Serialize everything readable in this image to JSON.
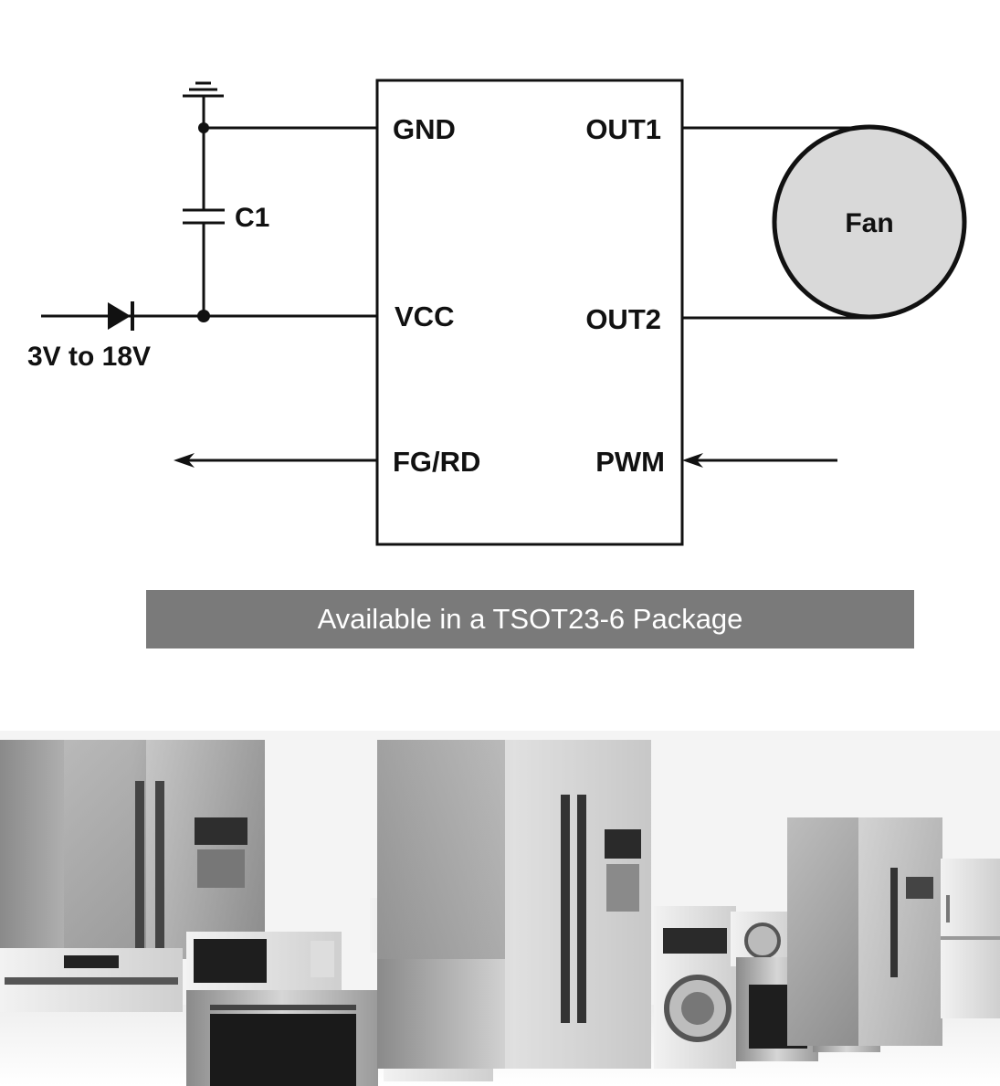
{
  "ic": {
    "pins": {
      "gnd": "GND",
      "vcc": "VCC",
      "fg_rd": "FG/RD",
      "out1": "OUT1",
      "out2": "OUT2",
      "pwm": "PWM"
    }
  },
  "capacitor_label": "C1",
  "supply_label": "3V to 18V",
  "fan_label": "Fan",
  "banner_text": "Available in a TSOT23-6 Package",
  "photo": {
    "subject": "home appliances photo",
    "tone": "grayscale"
  },
  "colors": {
    "line": "#111111",
    "fan_fill": "#d9d9d9",
    "banner_bg": "#7a7a7a",
    "banner_text": "#ffffff"
  }
}
